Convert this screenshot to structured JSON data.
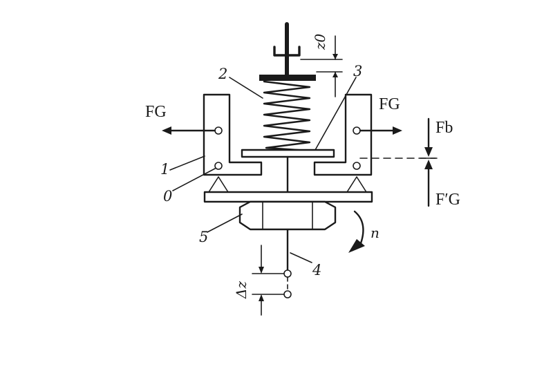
{
  "labels": {
    "part_0": "0",
    "part_1": "1",
    "part_2": "2",
    "part_3": "3",
    "part_4": "4",
    "part_5": "5",
    "force_left": "FG",
    "force_right": "FG",
    "force_spring": "Fb",
    "force_prime": "F′G",
    "rotation": "n",
    "gap_top": "z0",
    "displacement": "Δz"
  }
}
